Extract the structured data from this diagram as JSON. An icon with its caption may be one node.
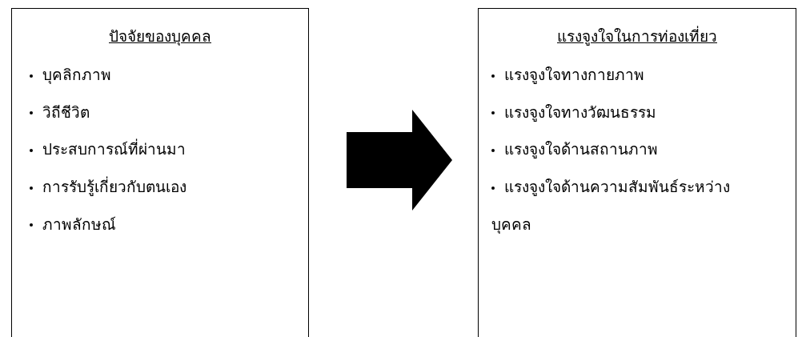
{
  "diagram": {
    "nodes": [
      {
        "text": [
          "ปัจจัยของบุคคล",
          "บุคลิกภาพ",
          "วิถีชีวิต",
          "ประสบการณ์ที่ผ่านมา",
          "การรับรู้เกี่ยวกับตนเอง",
          "ภาพลักษณ์"
        ]
      },
      {
        "text": [
          "แรงจูงใจในการท่องเที่ยว",
          "แรงจูงใจทางกายภาพ",
          "แรงจูงใจทางวัฒนธรรม",
          "แรงจูงใจด้านสถานภาพ",
          "แรงจูงใจด้านความสัมพันธ์ระหว่างบุคคล"
        ]
      }
    ],
    "edges": [
      {
        "from": 0,
        "to": 1,
        "arrow": "to",
        "style": "thick"
      }
    ]
  }
}
